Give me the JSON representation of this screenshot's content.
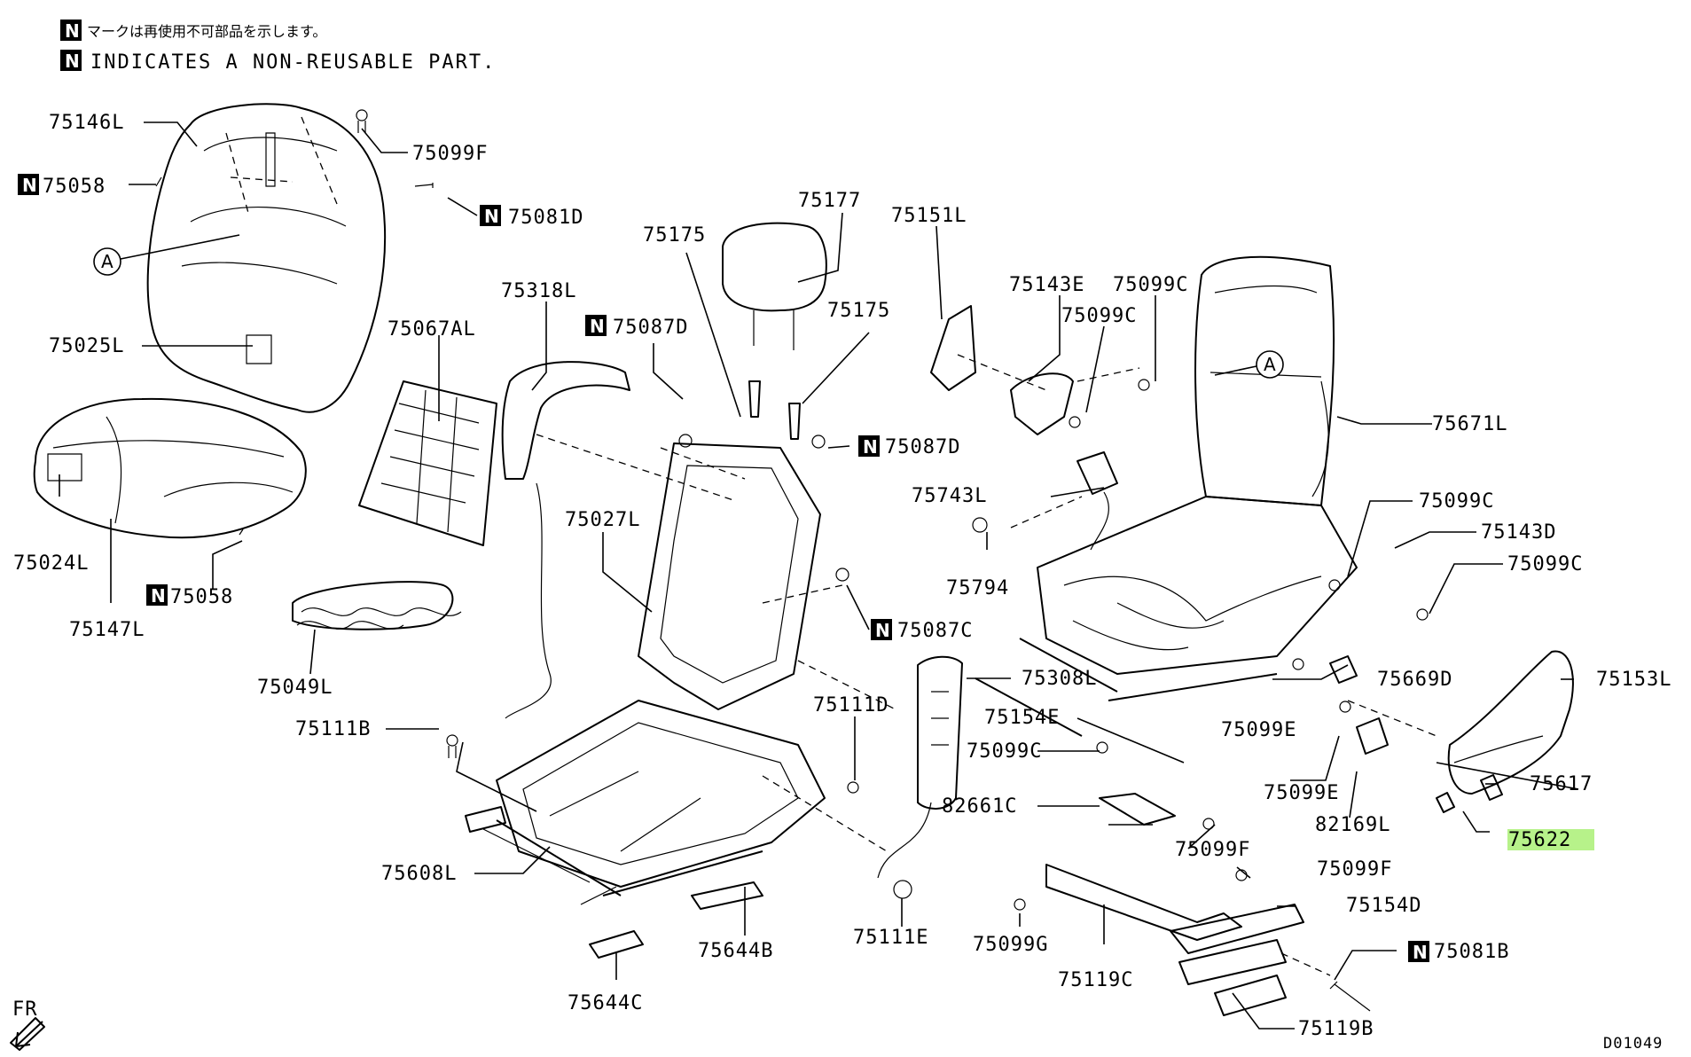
{
  "header": {
    "note_jp": "マークは再使用不可部品を示します。",
    "note_en": "INDICATES A NON-REUSABLE PART.",
    "n_mark": "N"
  },
  "diagram_id": "D01049",
  "orientation_mark": "FR",
  "ref_marker": "A",
  "highlight_color": "#b7f28a",
  "parts": {
    "p75146L": "75146L",
    "p75099F_a": "75099F",
    "p75058_a": "75058",
    "p75081D": "75081D",
    "p75025L": "75025L",
    "p75024L": "75024L",
    "p75147L": "75147L",
    "p75058_b": "75058",
    "p75049L": "75049L",
    "p75067AL": "75067AL",
    "p75318L": "75318L",
    "p75087D_a": "75087D",
    "p75175_a": "75175",
    "p75177": "75177",
    "p75175_b": "75175",
    "p75087D_b": "75087D",
    "p75027L": "75027L",
    "p75087C": "75087C",
    "p75151L": "75151L",
    "p75143E": "75143E",
    "p75099C_a": "75099C",
    "p75099C_b": "75099C",
    "p75743L": "75743L",
    "p75794": "75794",
    "p75671L": "75671L",
    "p75099C_c": "75099C",
    "p75143D": "75143D",
    "p75099C_d": "75099C",
    "p75111B": "75111B",
    "p75608L": "75608L",
    "p75111D": "75111D",
    "p75308L": "75308L",
    "p75154E": "75154E",
    "p75099C_e": "75099C",
    "p82661C": "82661C",
    "p75099F_b": "75099F",
    "p75099F_c": "75099F",
    "p75154D": "75154D",
    "p75099G": "75099G",
    "p75119C": "75119C",
    "p75081B": "75081B",
    "p75119B": "75119B",
    "p75644B": "75644B",
    "p75644C": "75644C",
    "p75111E": "75111E",
    "p75669D": "75669D",
    "p75153L": "75153L",
    "p75099E_a": "75099E",
    "p75099E_b": "75099E",
    "p82169L": "82169L",
    "p75617": "75617",
    "p75622": "75622"
  }
}
